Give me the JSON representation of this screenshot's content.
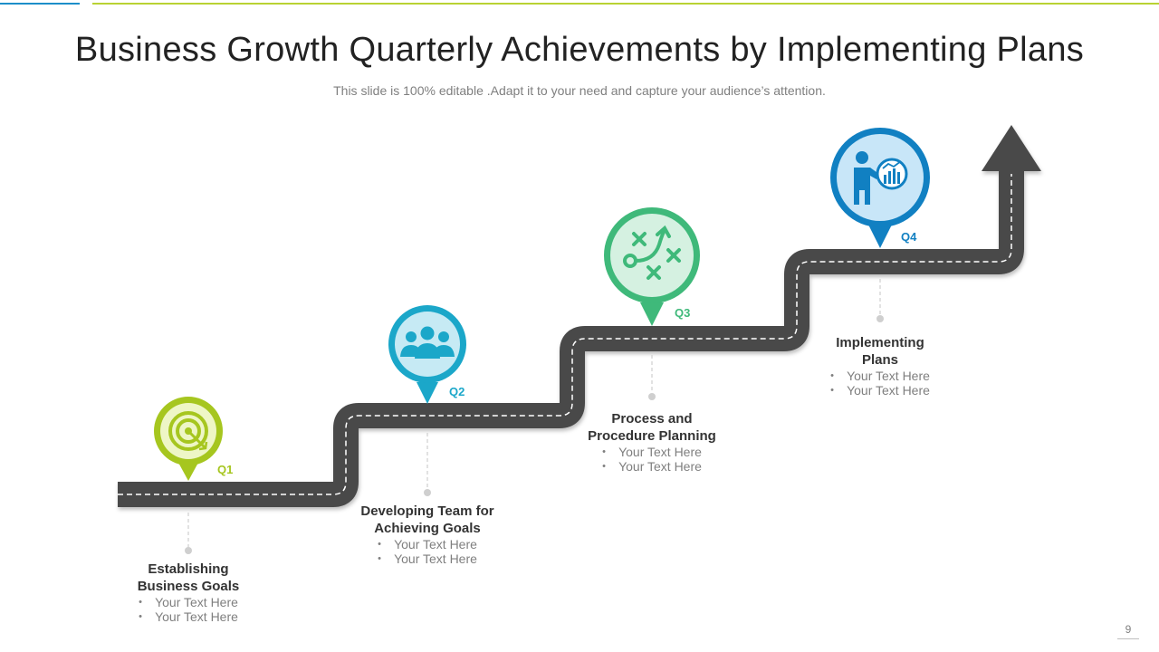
{
  "title": "Business Growth Quarterly Achievements by Implementing Plans",
  "subtitle": "This slide is 100% editable .Adapt it to your need and capture your audience’s attention.",
  "steps": [
    {
      "quarter": "Q1",
      "title_line1": "Establishing",
      "title_line2": "Business  Goals",
      "bullets": [
        "Your Text Here",
        "Your Text Here"
      ],
      "icon": "target-icon",
      "color": "#a6c61f"
    },
    {
      "quarter": "Q2",
      "title_line1": "Developing Team for",
      "title_line2": "Achieving Goals",
      "bullets": [
        "Your Text Here",
        "Your Text Here"
      ],
      "icon": "team-icon",
      "color": "#1ba7c9"
    },
    {
      "quarter": "Q3",
      "title_line1": "Process  and",
      "title_line2": "Procedure Planning",
      "bullets": [
        "Your Text Here",
        "Your Text Here"
      ],
      "icon": "strategy-icon",
      "color": "#3fb97a"
    },
    {
      "quarter": "Q4",
      "title_line1": "Implementing",
      "title_line2": "Plans",
      "bullets": [
        "Your Text Here",
        "Your Text Here"
      ],
      "icon": "presentation-icon",
      "color": "#1180c2"
    }
  ],
  "colors": {
    "road": "#4a4a4a",
    "road_dash": "#ffffff",
    "title": "#222222",
    "accent_blue": "#1c8ec9",
    "accent_green": "#b9d233"
  },
  "page_number": "9"
}
